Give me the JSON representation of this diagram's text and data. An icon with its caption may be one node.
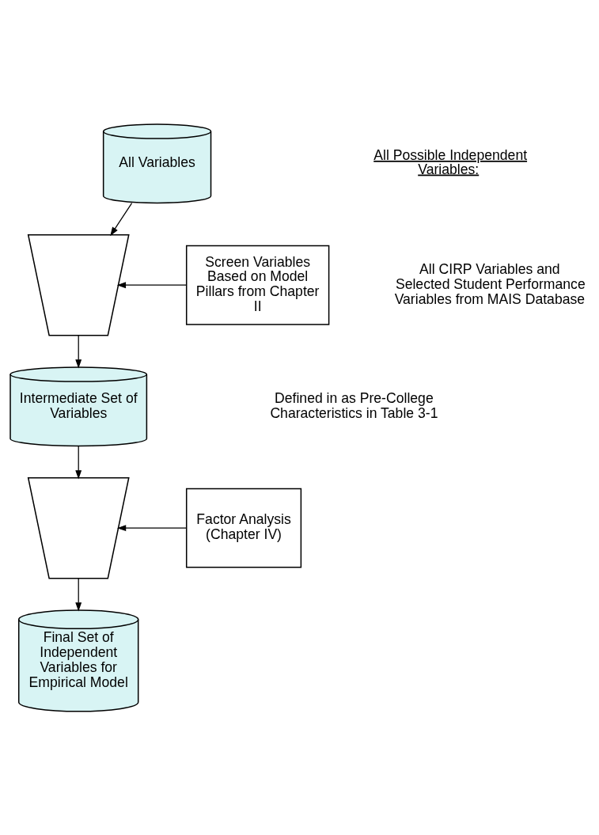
{
  "diagram": {
    "nodes": [
      {
        "text": [
          "All Variables"
        ]
      },
      {
        "text": [],
        "shape": "trapezoid"
      },
      {
        "text": [
          "Screen Variables Based on Model Pillars from Chapter II"
        ]
      },
      {
        "text": [
          "Intermediate Set of Variables"
        ]
      },
      {
        "text": [],
        "shape": "trapezoid"
      },
      {
        "text": [
          "Factor Analysis (Chapter IV)"
        ]
      },
      {
        "text": [
          "Final Set of Independent Variables for Empirical Model"
        ]
      }
    ],
    "edges": [
      {
        "from": 0,
        "to": 1,
        "arrow": "to"
      },
      {
        "from": 2,
        "to": 1,
        "arrow": "to"
      },
      {
        "from": 1,
        "to": 3,
        "arrow": "to"
      },
      {
        "from": 3,
        "to": 4,
        "arrow": "to"
      },
      {
        "from": 5,
        "to": 4,
        "arrow": "to"
      },
      {
        "from": 4,
        "to": 6,
        "arrow": "to"
      }
    ],
    "labels": [
      "All Possible Independent Variables:",
      "All CIRP Variables and Selected Student Performance Variables from MAIS Database",
      "Defined in as Pre-College Characteristics in Table 3-1"
    ]
  }
}
